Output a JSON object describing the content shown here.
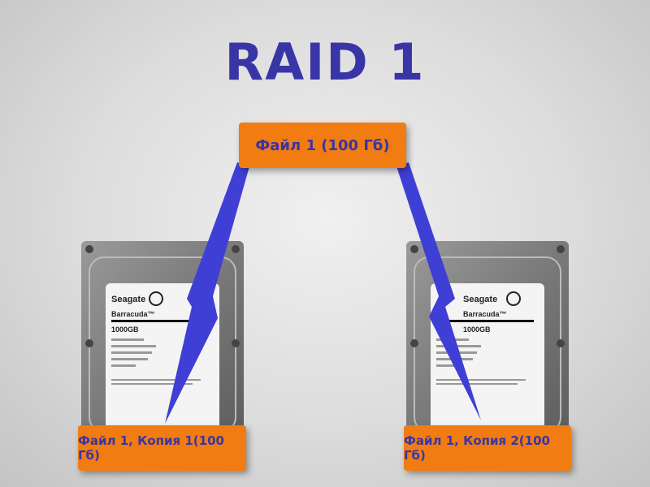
{
  "title": "RAID 1",
  "source": {
    "label": "Файл 1 (100 Гб)"
  },
  "copies": [
    {
      "label": "Файл 1, Копия 1(100 Гб)"
    },
    {
      "label": "Файл 1, Копия 2(100 Гб)"
    }
  ],
  "drive": {
    "brand": "Seagate",
    "model": "Barracuda™",
    "capacity": "1000GB"
  },
  "colors": {
    "title": "#3a35a6",
    "box": "#f07c12",
    "arrow": "#3f3fd6"
  }
}
